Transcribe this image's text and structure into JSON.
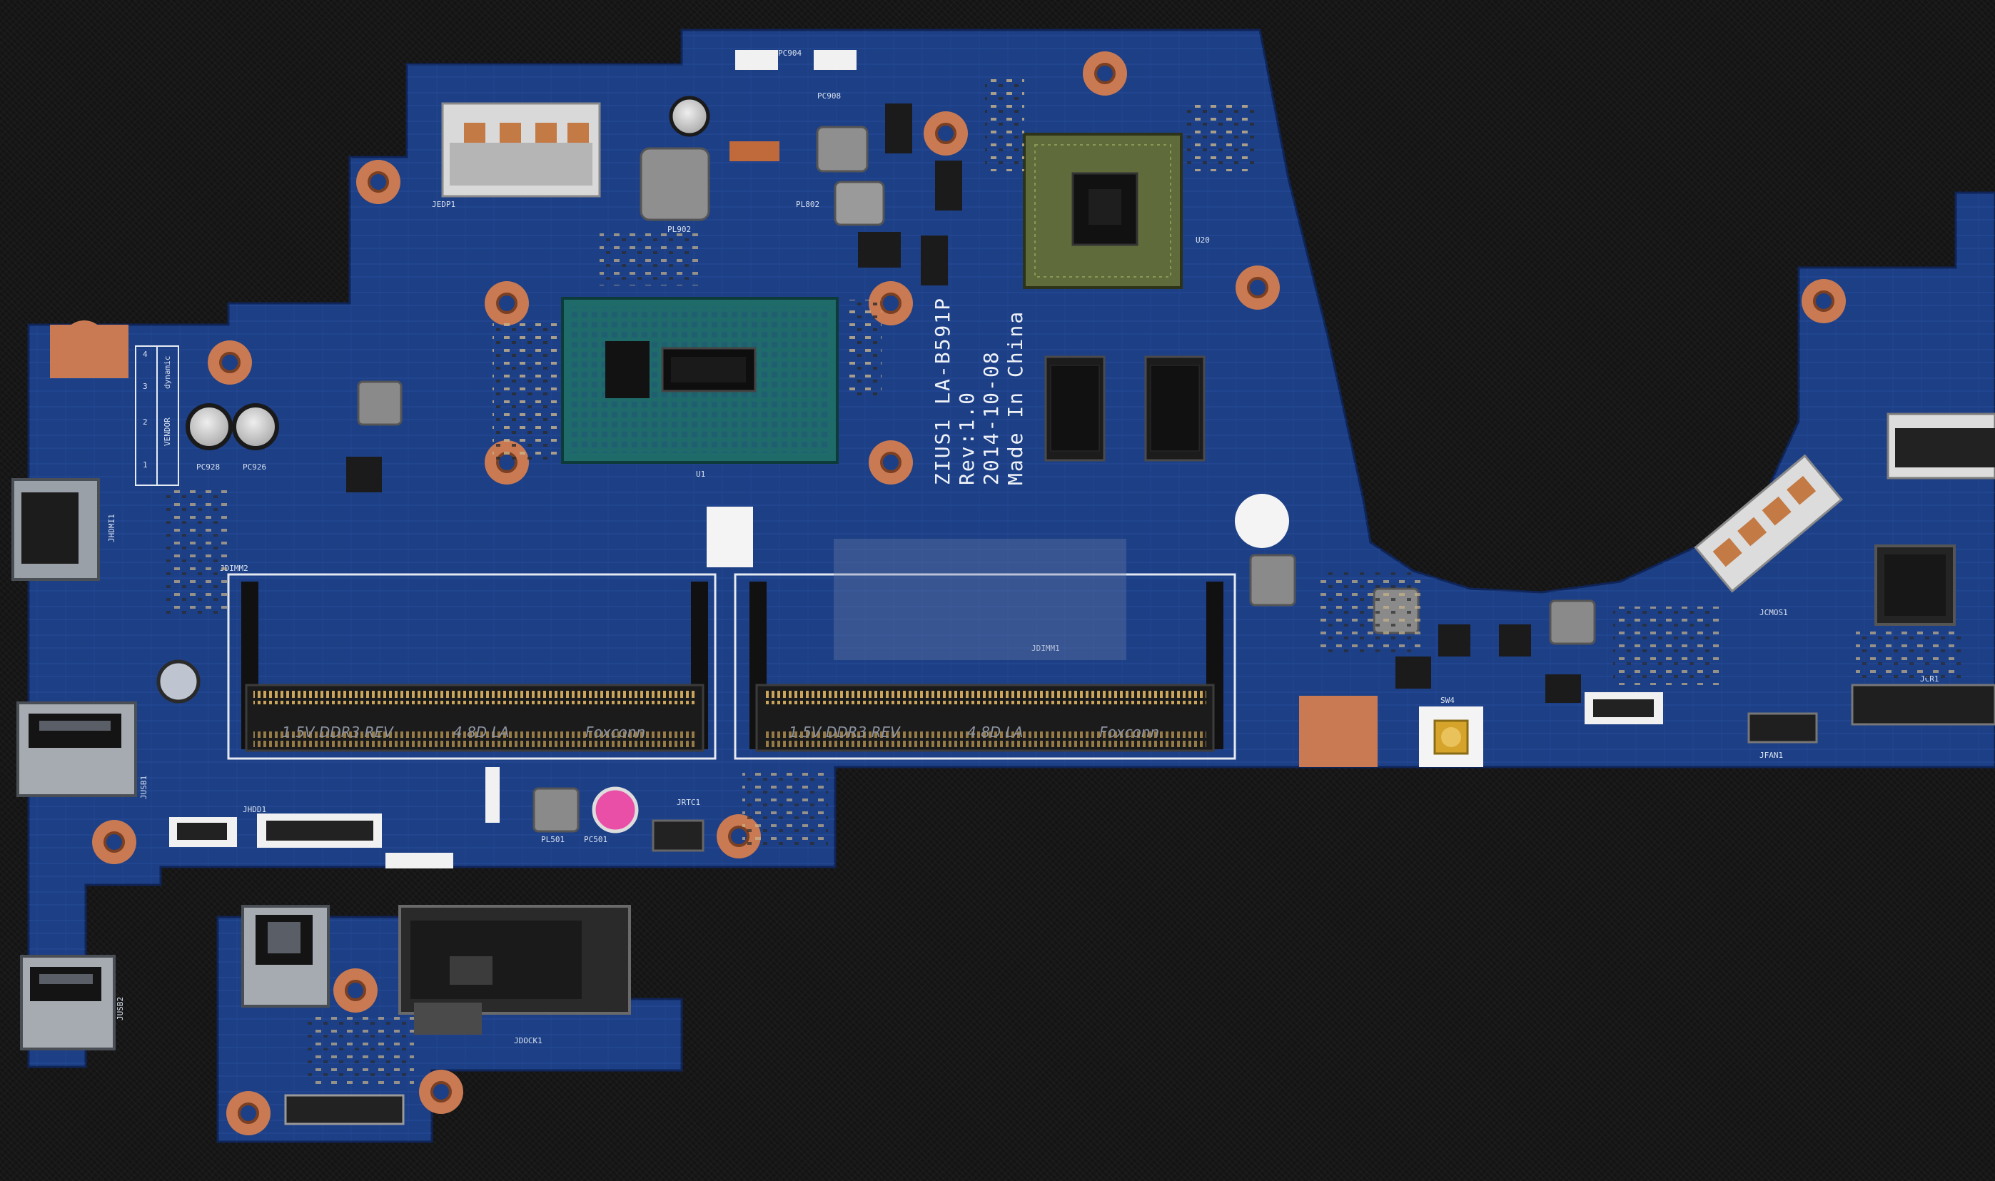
{
  "board": {
    "model": "ZIUS1 LA-B591P",
    "revision": "Rev:1.0",
    "date": "2014-10-08",
    "origin": "Made In China",
    "colors": {
      "pcb": "#1d3f86",
      "pcb_dark": "#16336f",
      "copper": "#c97a52",
      "gold": "#d8a62a",
      "background": "#141414"
    }
  },
  "labels": {
    "vendor": "VENDOR",
    "dynamic": "dynamic",
    "slot_nums": [
      "1",
      "2",
      "3",
      "4"
    ],
    "slot_upper": "JDIMM2",
    "slot_lower": "JDIMM1",
    "ddr_left": "1.5V DDR3 REV",
    "ddr_mid": "4 8D LA",
    "foxconn": "Foxconn",
    "hdmi": "JHDMI1",
    "usb_a": "JUSB1",
    "usb_b": "JUSB2",
    "jedp": "JEDP1",
    "jcmos": "JCMOS1",
    "jfan": "JFAN1",
    "jrtc": "JRTC1",
    "jdock": "JDOCK1",
    "sw": "SW4",
    "jcr": "JCR1",
    "jhdd": "JHDD1",
    "pc904": "PC904",
    "pc908": "PC908",
    "pl902": "PL902",
    "pl802": "PL802",
    "pl501": "PL501",
    "pc501": "PC501",
    "pc928": "PC928",
    "pc926": "PC926",
    "u1": "U1",
    "u20": "U20"
  }
}
